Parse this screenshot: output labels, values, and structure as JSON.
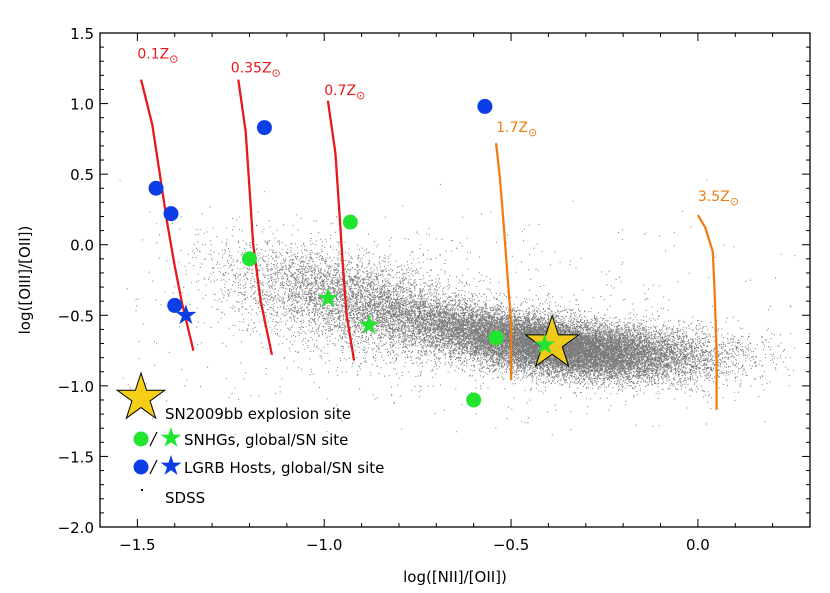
{
  "chart_data": {
    "type": "scatter",
    "xlabel": "log([NII]/[OII])",
    "ylabel": "log([OIII]/[OII])",
    "xlim": [
      -1.6,
      0.3
    ],
    "ylim": [
      -2.0,
      1.5
    ],
    "xticks": [
      -1.5,
      -1.0,
      -0.5,
      0.0
    ],
    "xtick_labels": [
      "−1.5",
      "−1.0",
      "−0.5",
      "0.0"
    ],
    "yticks": [
      1.5,
      1.0,
      0.5,
      0.0,
      -0.5,
      -1.0,
      -1.5,
      -2.0
    ],
    "ytick_labels": [
      "1.5",
      "1.0",
      "0.5",
      "0.0",
      "−0.5",
      "−1.0",
      "−1.5",
      "−2.0"
    ],
    "colors": {
      "red": "#e8191c",
      "orange": "#f07d12",
      "gold": "#f5cf16",
      "green": "#22e531",
      "blue": "#0c3ee6",
      "sdss": "#7a7a7a"
    },
    "metallicity_tracks": [
      {
        "label_base": "0.1Z",
        "color": "#e8191c",
        "label_at": [
          -1.5,
          1.32
        ],
        "points": [
          [
            -1.49,
            1.17
          ],
          [
            -1.46,
            0.85
          ],
          [
            -1.44,
            0.5
          ],
          [
            -1.42,
            0.15
          ],
          [
            -1.4,
            -0.15
          ],
          [
            -1.38,
            -0.42
          ],
          [
            -1.35,
            -0.75
          ]
        ]
      },
      {
        "label_base": "0.35Z",
        "color": "#e8191c",
        "label_at": [
          -1.25,
          1.22
        ],
        "points": [
          [
            -1.23,
            1.17
          ],
          [
            -1.21,
            0.8
          ],
          [
            -1.2,
            0.4
          ],
          [
            -1.19,
            0.0
          ],
          [
            -1.17,
            -0.4
          ],
          [
            -1.14,
            -0.78
          ]
        ]
      },
      {
        "label_base": "0.7Z",
        "color": "#e8191c",
        "label_at": [
          -1.0,
          1.06
        ],
        "points": [
          [
            -0.99,
            1.02
          ],
          [
            -0.97,
            0.65
          ],
          [
            -0.96,
            0.25
          ],
          [
            -0.95,
            -0.15
          ],
          [
            -0.94,
            -0.5
          ],
          [
            -0.92,
            -0.82
          ]
        ]
      },
      {
        "label_base": "1.7Z",
        "color": "#f07d12",
        "label_at": [
          -0.54,
          0.8
        ],
        "points": [
          [
            -0.54,
            0.72
          ],
          [
            -0.53,
            0.48
          ],
          [
            -0.52,
            0.15
          ],
          [
            -0.51,
            -0.2
          ],
          [
            -0.5,
            -0.55
          ],
          [
            -0.5,
            -0.96
          ]
        ]
      },
      {
        "label_base": "3.5Z",
        "color": "#f07d12",
        "label_at": [
          0.0,
          0.31
        ],
        "points": [
          [
            0.0,
            0.21
          ],
          [
            0.02,
            0.12
          ],
          [
            0.04,
            -0.05
          ],
          [
            0.045,
            -0.35
          ],
          [
            0.05,
            -0.75
          ],
          [
            0.05,
            -1.17
          ]
        ]
      }
    ],
    "sun_symbol": "⊙",
    "series": [
      {
        "name": "LGRB Hosts, global",
        "marker": "circle",
        "color": "#0c3ee6",
        "points": [
          [
            -1.45,
            0.4
          ],
          [
            -1.41,
            0.22
          ],
          [
            -1.16,
            0.83
          ],
          [
            -0.57,
            0.98
          ],
          [
            -1.4,
            -0.43
          ]
        ]
      },
      {
        "name": "LGRB Hosts, SN site",
        "marker": "star",
        "color": "#0c3ee6",
        "points": [
          [
            -1.37,
            -0.5
          ]
        ]
      },
      {
        "name": "SNHGs, global",
        "marker": "circle",
        "color": "#22e531",
        "points": [
          [
            -0.93,
            0.16
          ],
          [
            -1.2,
            -0.1
          ],
          [
            -0.54,
            -0.66
          ],
          [
            -0.6,
            -1.1
          ]
        ]
      },
      {
        "name": "SNHGs, SN site",
        "marker": "star",
        "color": "#22e531",
        "points": [
          [
            -0.99,
            -0.38
          ],
          [
            -0.88,
            -0.57
          ],
          [
            -0.41,
            -0.71
          ]
        ]
      },
      {
        "name": "SN2009bb explosion site",
        "marker": "big-star",
        "color": "#f5cf16",
        "points": [
          [
            -0.39,
            -0.7
          ]
        ]
      }
    ],
    "sdss_cloud": {
      "count_rendered": 26000
    },
    "legend": [
      {
        "marker": "big-star",
        "text": "SN2009bb explosion site"
      },
      {
        "marker": "green-pair",
        "text": "SNHGs, global/SN site"
      },
      {
        "marker": "blue-pair",
        "text": "LGRB Hosts, global/SN site"
      },
      {
        "marker": "dot",
        "text": "SDSS"
      }
    ],
    "legend_placement": "bottom-left"
  }
}
